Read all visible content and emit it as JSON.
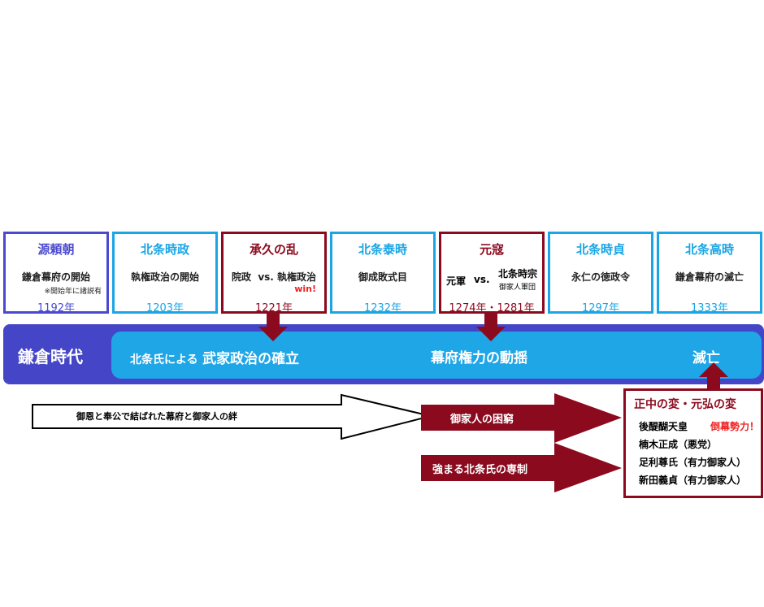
{
  "events": [
    {
      "title": "源頼朝",
      "desc": "鎌倉幕府の開始",
      "note": "※開始年に諸説有",
      "year": "1192年"
    },
    {
      "title": "北条時政",
      "desc": "執権政治の開始",
      "year": "1203年"
    },
    {
      "title": "承久の乱",
      "desc_left": "院政",
      "vs": "vs.",
      "desc_right": "執権政治",
      "win": "win!",
      "year": "1221年"
    },
    {
      "title": "北条泰時",
      "desc": "御成敗式目",
      "year": "1232年"
    },
    {
      "title": "元寇",
      "desc_left": "元軍",
      "vs": "vs.",
      "desc_right": "北条時宗",
      "desc_sub": "御家人軍団",
      "year": "1274年・1281年"
    },
    {
      "title": "北条時貞",
      "desc": "永仁の徳政令",
      "year": "1297年"
    },
    {
      "title": "北条高時",
      "desc": "鎌倉幕府の滅亡",
      "year": "1333年"
    }
  ],
  "band": {
    "era": "鎌倉時代",
    "phase1_prefix": "北条氏による",
    "phase1_main": "武家政治の確立",
    "phase2": "幕府権力の動揺",
    "phase3": "滅亡"
  },
  "arrows": {
    "white": "御恩と奉公で結ばれた幕府と御家人の絆",
    "red1": "御家人の困窮",
    "red2": "強まる北条氏の専制"
  },
  "final": {
    "title": "正中の変・元弘の変",
    "rows": [
      "後醍醐天皇",
      "楠木正成（悪党）",
      "足利尊氏（有力御家人）",
      "新田義貞（有力御家人）"
    ],
    "tag": "倒幕勢力！"
  }
}
